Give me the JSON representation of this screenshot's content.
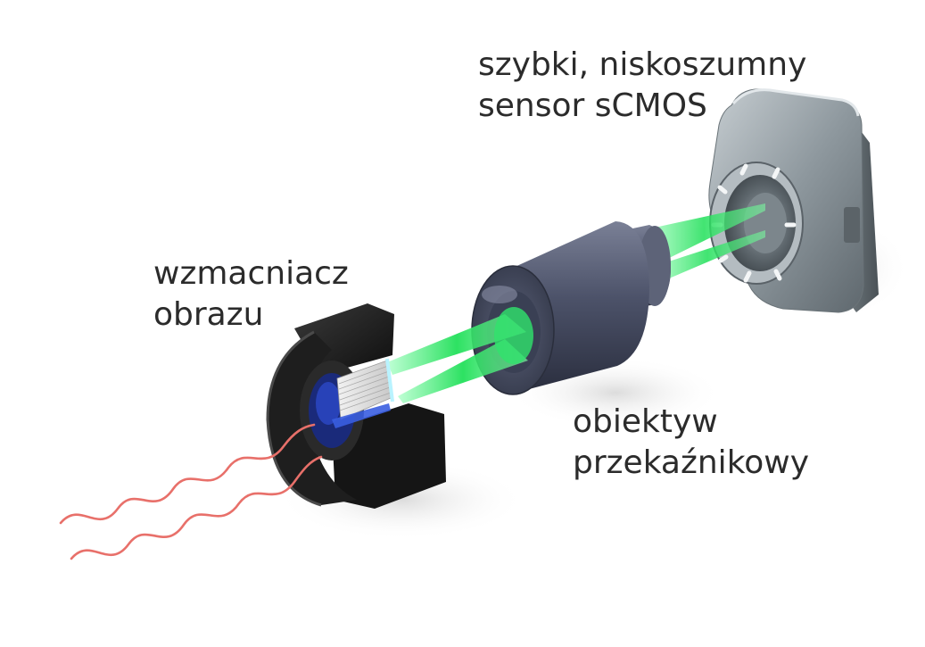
{
  "labels": {
    "intensifier": {
      "line1": "wzmacniacz",
      "line2": "obrazu"
    },
    "relay_lens": {
      "line1": "obiektyw",
      "line2": "przekaźnikowy"
    },
    "sensor": {
      "line1": "szybki, niskoszumny",
      "line2": "sensor sCMOS"
    }
  },
  "colors": {
    "light_beam": "#22e05a",
    "incoming_wave": "#e8706a",
    "intensifier_body": "#1c1c1c",
    "lens_body": "#4a5068",
    "camera_body": "#8a949a"
  }
}
